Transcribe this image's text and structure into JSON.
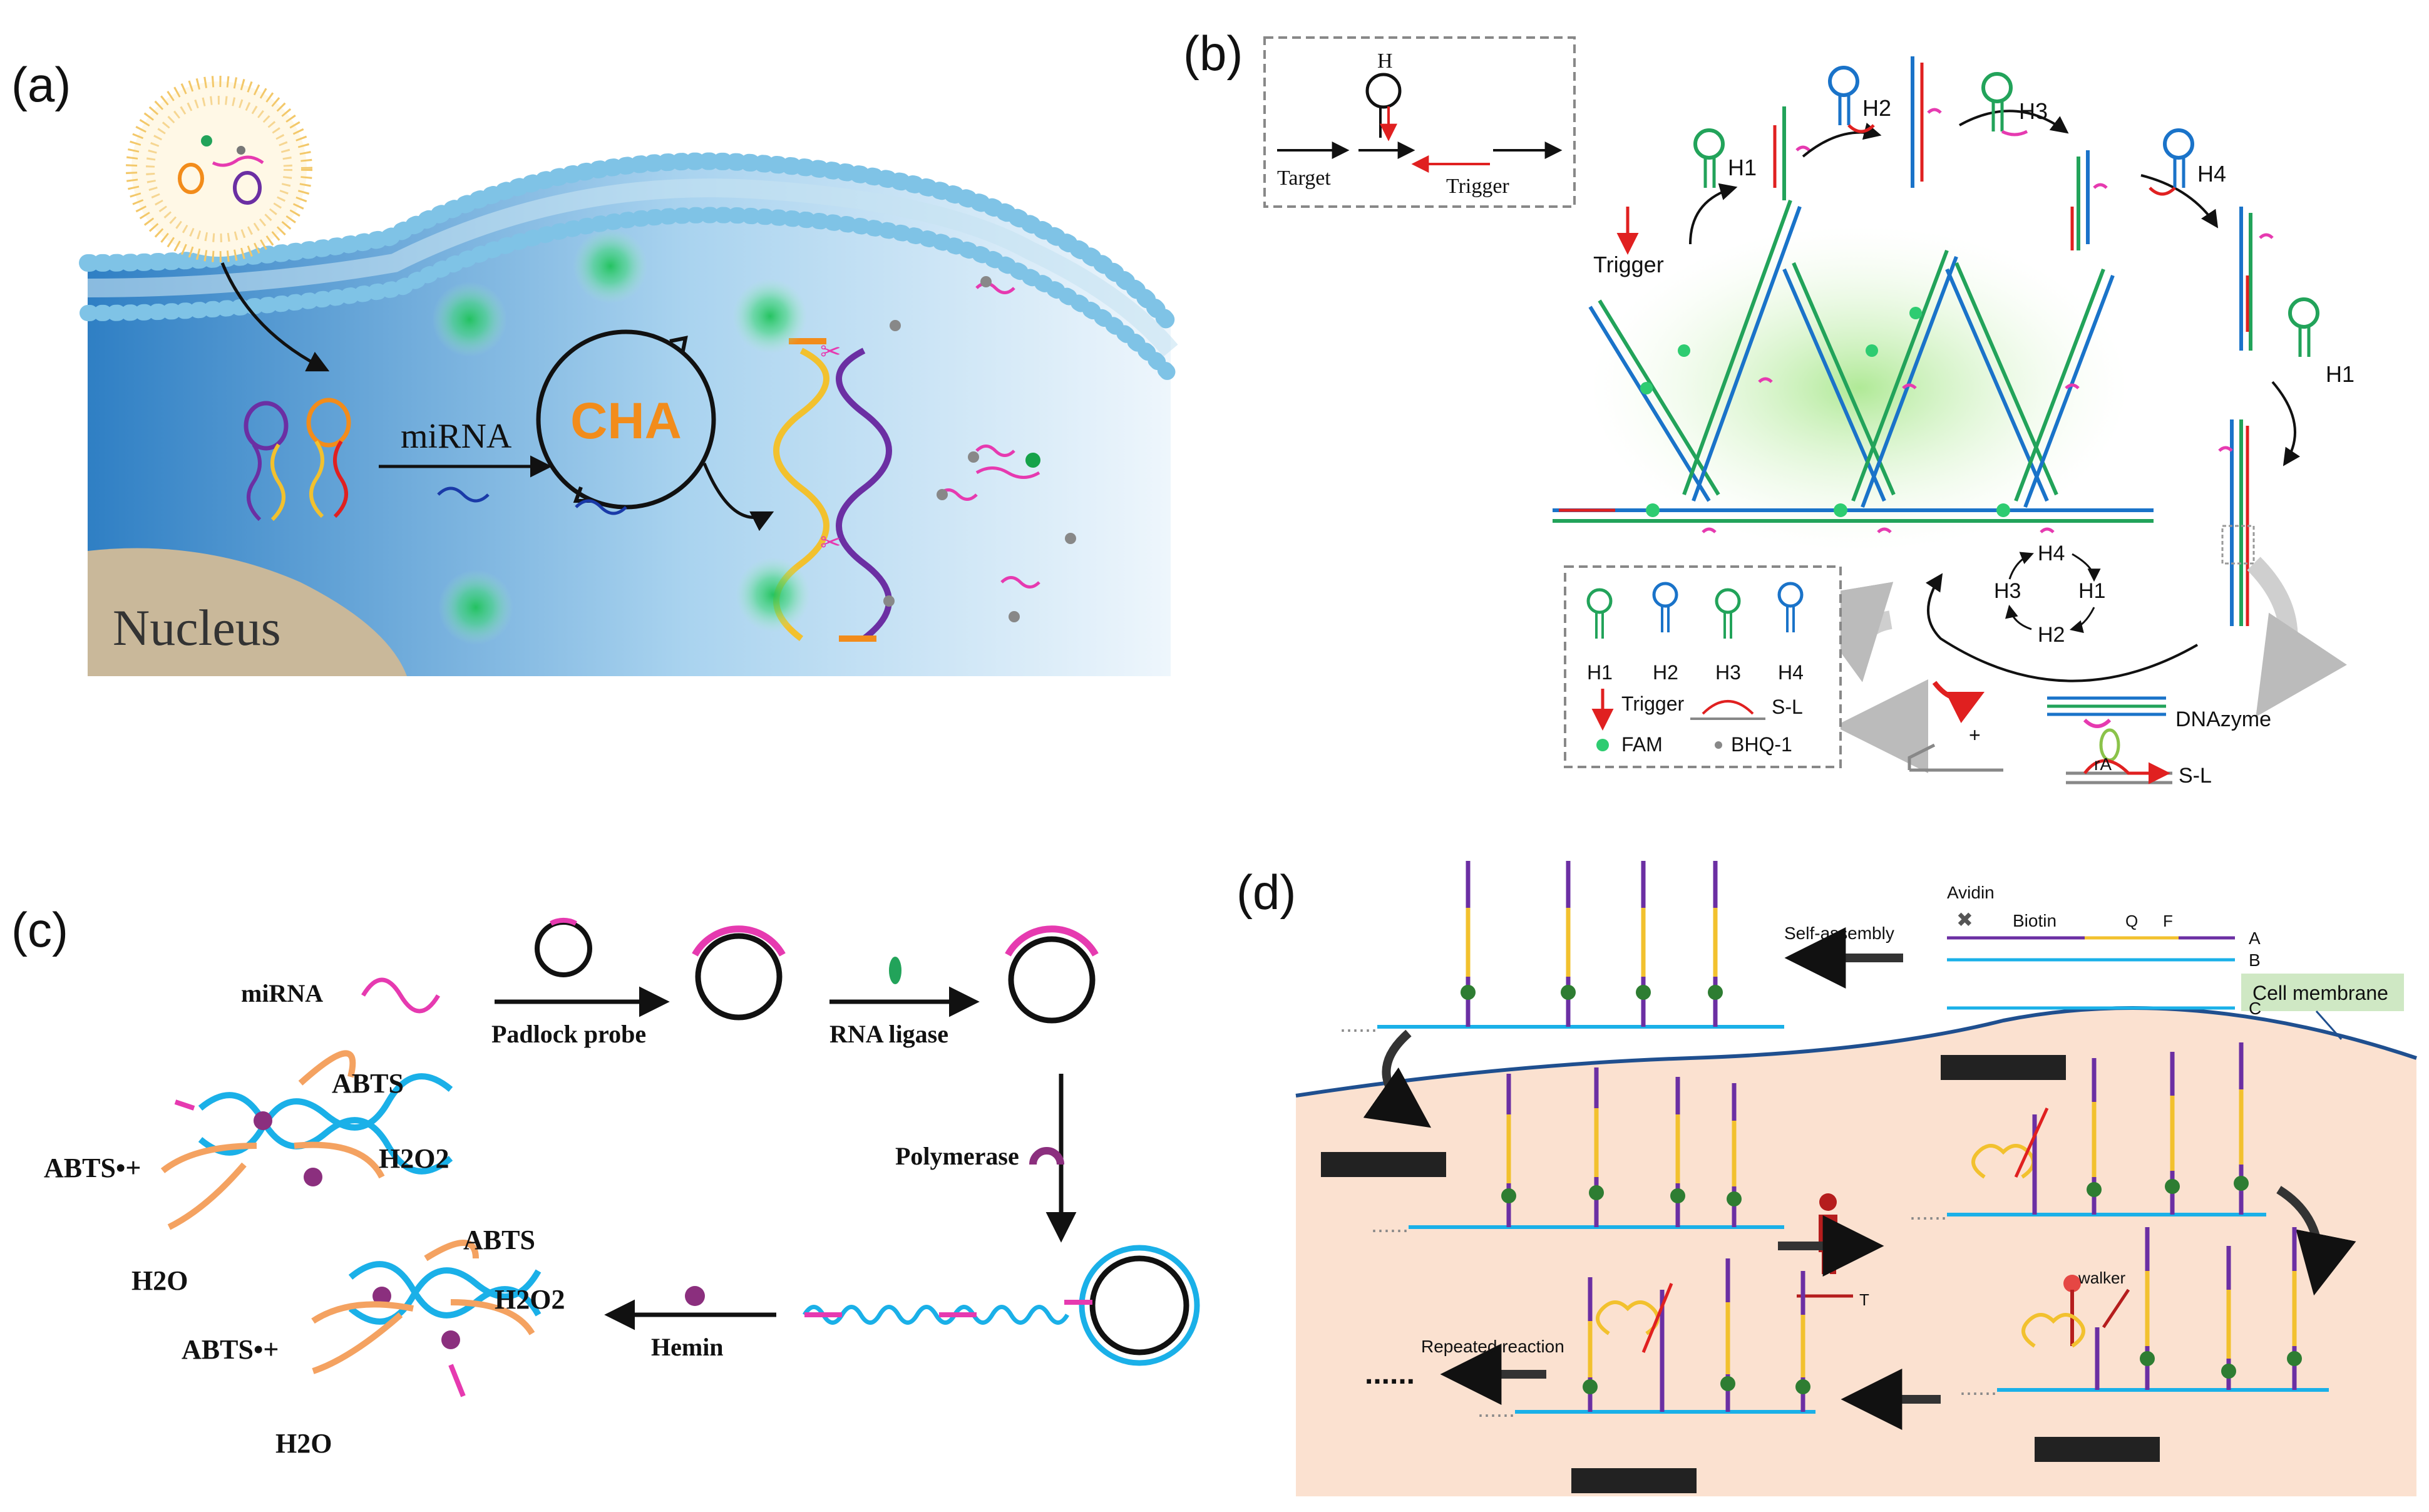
{
  "panels": {
    "a": {
      "letter": "(a)",
      "nucleus": "Nucleus",
      "mirna": "miRNA",
      "cha": "CHA"
    },
    "b": {
      "letter": "(b)",
      "inset_h": "H",
      "target": "Target",
      "trigger": "Trigger",
      "h1": "H1",
      "h2": "H2",
      "h3": "H3",
      "h4": "H4",
      "trigger_main": "Trigger",
      "h1_right": "H1",
      "cycle": [
        "H4",
        "H1",
        "H2",
        "H3"
      ],
      "legend": {
        "h1": "H1",
        "h2": "H2",
        "h3": "H3",
        "h4": "H4",
        "trigger": "Trigger",
        "sl": "S-L",
        "fam": "FAM",
        "bhq": "BHQ-1"
      },
      "dnazyme": "DNAzyme",
      "sl_bottom": "S-L",
      "ra": "rA",
      "plus": "+"
    },
    "c": {
      "letter": "(c)",
      "mirna": "miRNA",
      "padlock": "Padlock probe",
      "ligase": "RNA ligase",
      "polymerase": "Polymerase",
      "hemin": "Hemin",
      "abts_1": "ABTS",
      "abts_2": "ABTS",
      "abts_rad_1": "ABTS•+",
      "abts_rad_2": "ABTS•+",
      "h2o2_1": "H2O2",
      "h2o2_2": "H2O2",
      "h2o_1": "H2O",
      "h2o_2": "H2O"
    },
    "d": {
      "letter": "(d)",
      "self_assembly": "Self-assembly",
      "avidin": "Avidin",
      "biotin": "Biotin",
      "q": "Q",
      "f": "F",
      "a": "A",
      "b": "B",
      "c": "C",
      "cell_membrane": "Cell membrane",
      "t": "T",
      "walker": "walker",
      "repeated": "Repeated reaction",
      "dots": "......"
    }
  },
  "colors": {
    "cell_blue": "#3f8fcf",
    "nucleus": "#c9b89a",
    "membrane": "#7fc3e6",
    "fam_green": "#2ecc71",
    "cha_orange": "#f28c1b",
    "pink": "#e63ab0",
    "strand_blue": "#1a73c9",
    "strand_green": "#22a35a",
    "strand_red": "#e02020",
    "cyan": "#1ab0e8",
    "orange_arrow": "#f4a261",
    "skin": "#fbe1d0",
    "purple": "#6b2fa3",
    "yellow": "#f2c12e",
    "hemin": "#8b2f7e"
  }
}
